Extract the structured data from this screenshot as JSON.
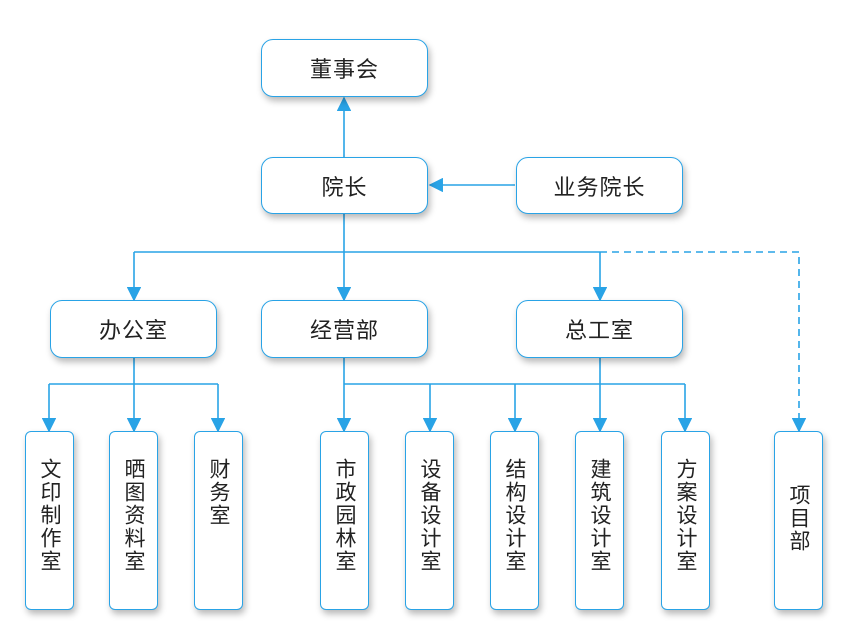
{
  "colors": {
    "line": "#29a3e6",
    "border": "#29a3e6",
    "text": "#222222"
  },
  "nodes": {
    "board": "董事会",
    "president": "院长",
    "vp_business": "业务院长",
    "office": "办公室",
    "operations": "经营部",
    "chief_engineer": "总工室",
    "print_room": "文印制作室",
    "blueprint_room": "晒图资料室",
    "finance_room": "财务室",
    "municipal_landscape": "市政园林室",
    "equipment_design": "设备设计室",
    "structure_design": "结构设计室",
    "architecture_design": "建筑设计室",
    "scheme_design": "方案设计室",
    "project_dept": "项目部"
  }
}
